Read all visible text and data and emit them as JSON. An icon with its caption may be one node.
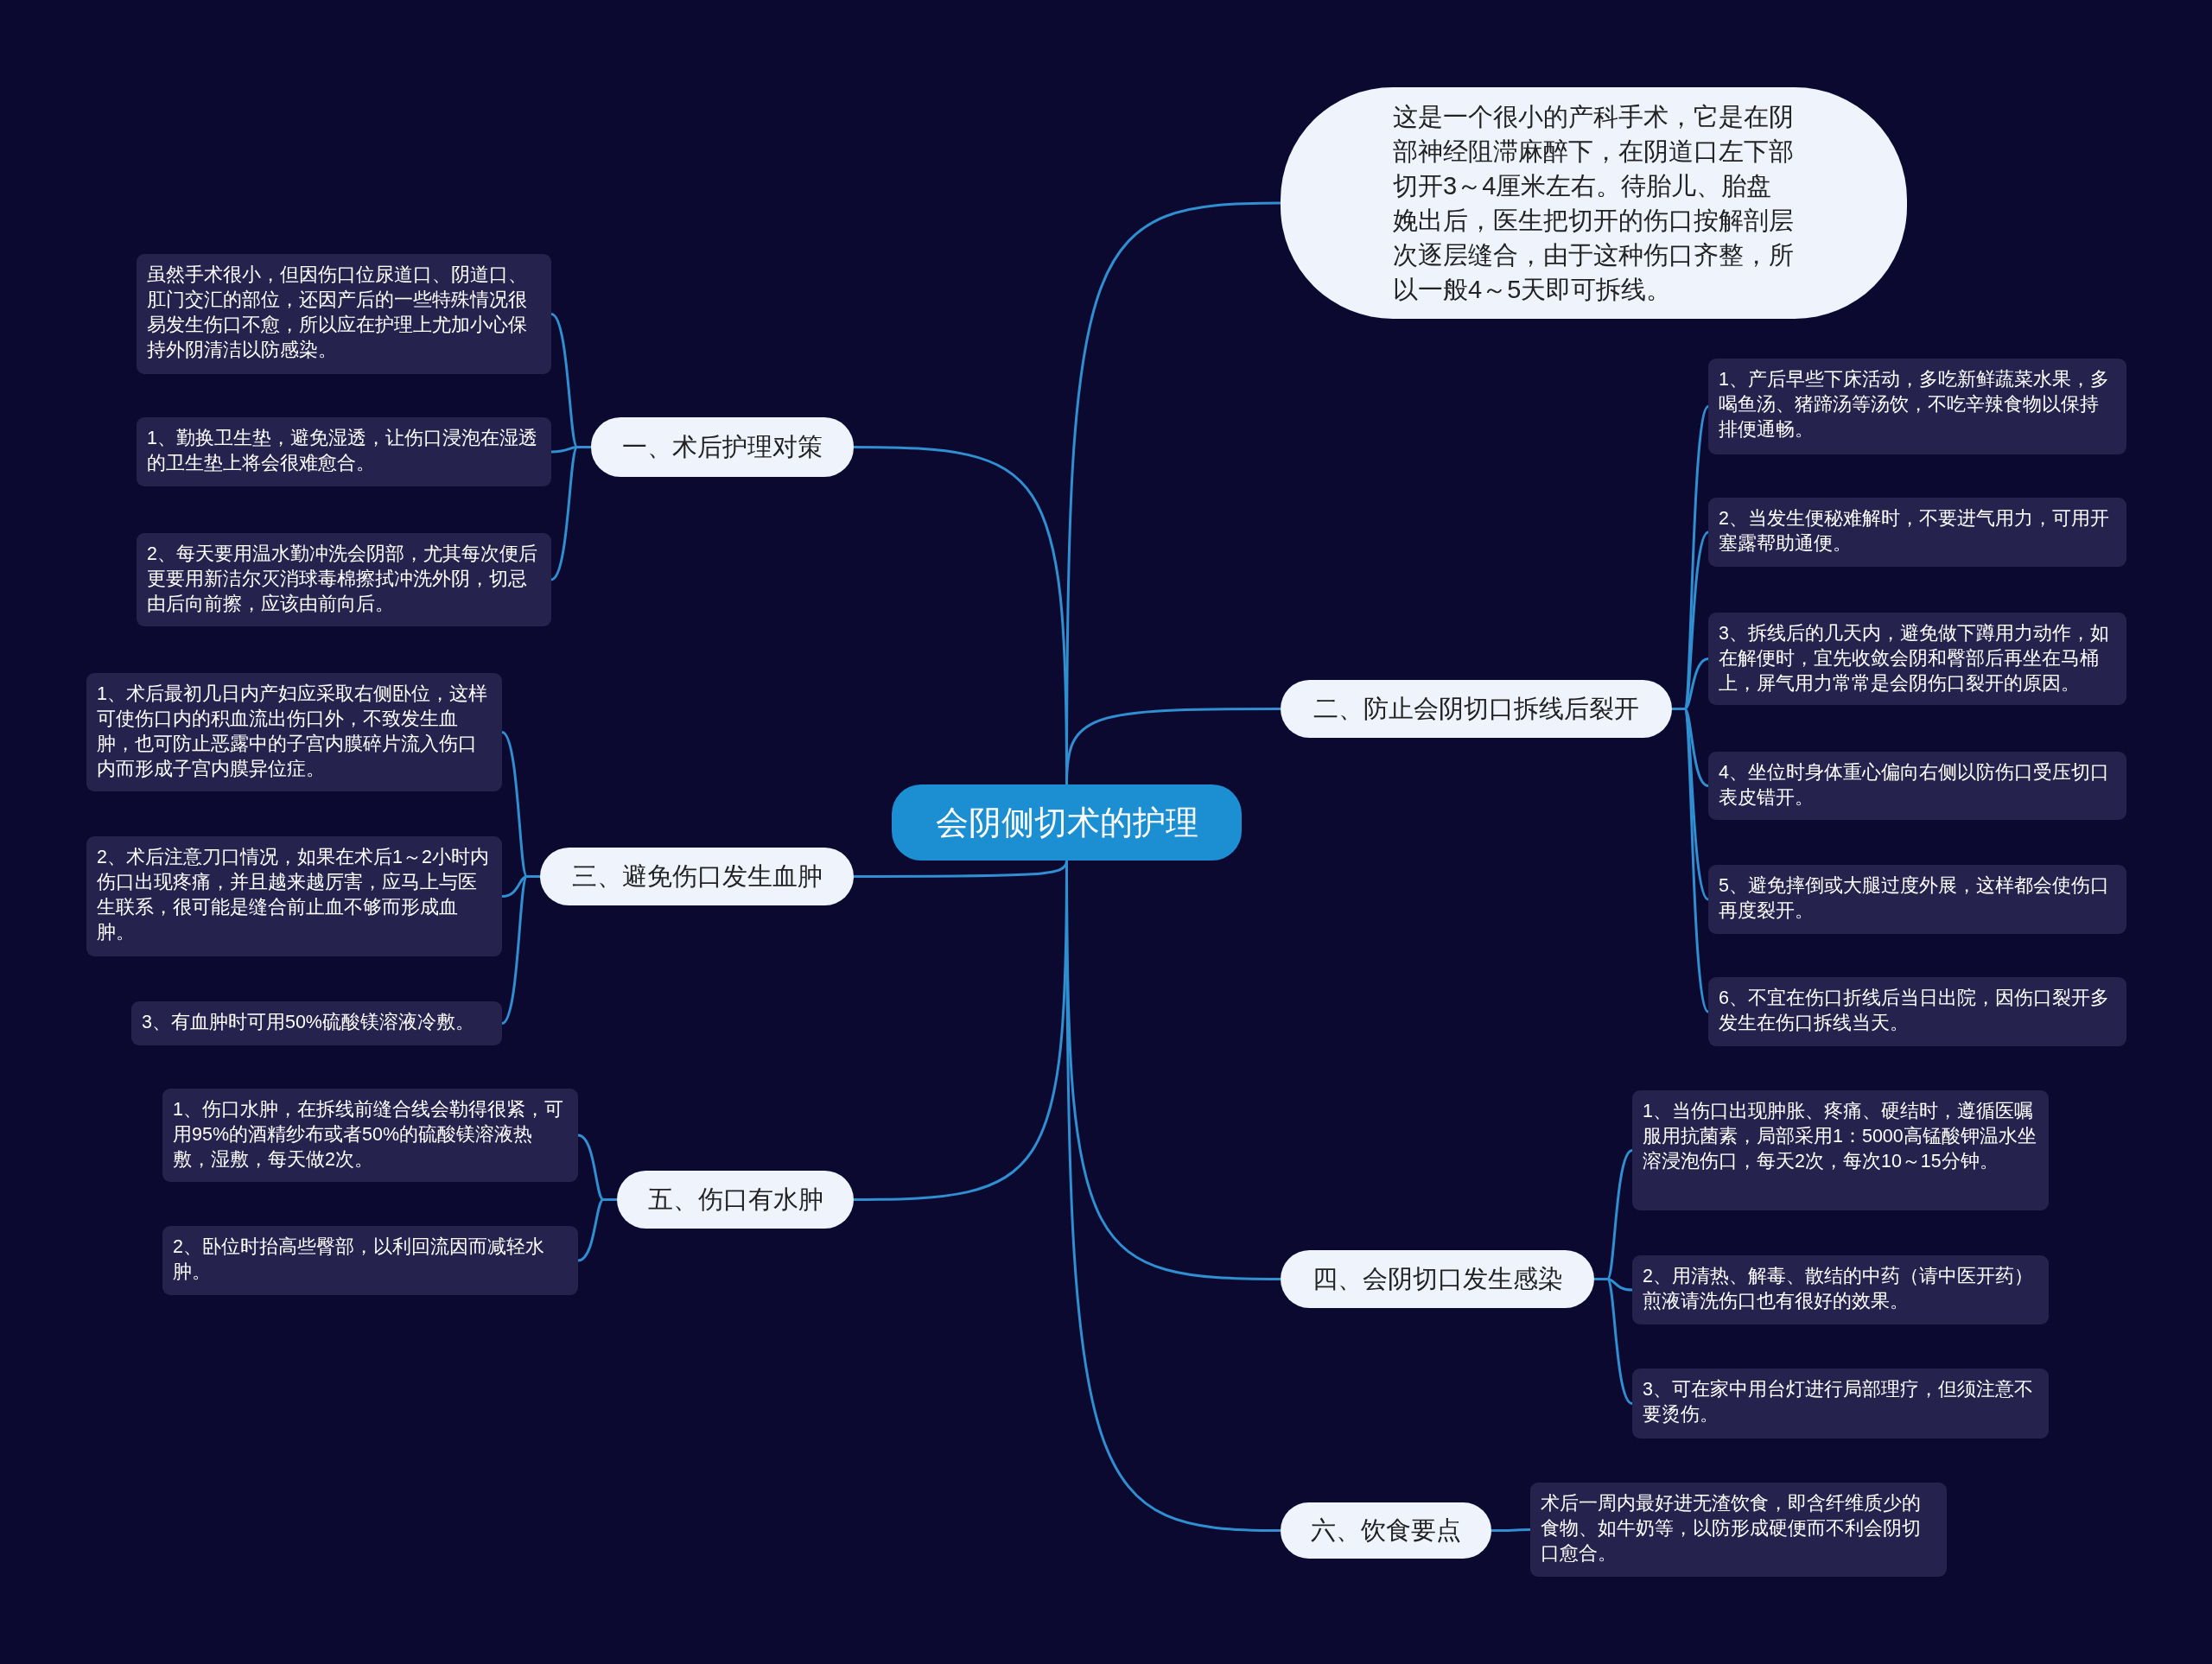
{
  "diagram": {
    "nodes": [
      {
        "text": [
          "会阴侧切术的护理"
        ]
      },
      {
        "text": [
          "这是一个很小的产科手术，它是在阴部神经阻滞麻醉下，在阴道口左下部切开3～4厘米左右。待胎儿、胎盘娩出后，医生把切开的伤口按解剖层次逐层缝合，由于这种伤口齐整，所以一般4～5天即可拆线。"
        ]
      },
      {
        "text": [
          "一、术后护理对策"
        ]
      },
      {
        "text": [
          "虽然手术很小，但因伤口位尿道口、阴道口、肛门交汇的部位，还因产后的一些特殊情况很易发生伤口不愈，所以应在护理上尤加小心保持外阴清洁以防感染。"
        ]
      },
      {
        "text": [
          "1、勤换卫生垫，避免湿透，让伤口浸泡在湿透的卫生垫上将会很难愈合。"
        ]
      },
      {
        "text": [
          "2、每天要用温水勤冲洗会阴部，尤其每次便后更要用新洁尔灭消球毒棉擦拭冲洗外阴，切忌由后向前擦，应该由前向后。"
        ]
      },
      {
        "text": [
          "二、防止会阴切口拆线后裂开"
        ]
      },
      {
        "text": [
          "1、产后早些下床活动，多吃新鲜蔬菜水果，多喝鱼汤、猪蹄汤等汤饮，不吃辛辣食物以保持排便通畅。"
        ]
      },
      {
        "text": [
          "2、当发生便秘难解时，不要进气用力，可用开塞露帮助通便。"
        ]
      },
      {
        "text": [
          "3、拆线后的几天内，避免做下蹲用力动作，如在解便时，宜先收敛会阴和臀部后再坐在马桶上，屏气用力常常是会阴伤口裂开的原因。"
        ]
      },
      {
        "text": [
          "4、坐位时身体重心偏向右侧以防伤口受压切口表皮错开。"
        ]
      },
      {
        "text": [
          "5、避免摔倒或大腿过度外展，这样都会使伤口再度裂开。"
        ]
      },
      {
        "text": [
          "6、不宜在伤口折线后当日出院，因伤口裂开多发生在伤口拆线当天。"
        ]
      },
      {
        "text": [
          "三、避免伤口发生血肿"
        ]
      },
      {
        "text": [
          "1、术后最初几日内产妇应采取右侧卧位，这样可使伤口内的积血流出伤口外，不致发生血肿，也可防止恶露中的子宫内膜碎片流入伤口内而形成子宫内膜异位症。"
        ]
      },
      {
        "text": [
          "2、术后注意刀口情况，如果在术后1～2小时内伤口出现疼痛，并且越来越厉害，应马上与医生联系，很可能是缝合前止血不够而形成血肿。"
        ]
      },
      {
        "text": [
          "3、有血肿时可用50%硫酸镁溶液冷敷。"
        ]
      },
      {
        "text": [
          "四、会阴切口发生感染"
        ]
      },
      {
        "text": [
          "1、当伤口出现肿胀、疼痛、硬结时，遵循医嘱服用抗菌素，局部采用1：5000高锰酸钾温水坐溶浸泡伤口，每天2次，每次10～15分钟。"
        ]
      },
      {
        "text": [
          "2、用清热、解毒、散结的中药（请中医开药）煎液请洗伤口也有很好的效果。"
        ]
      },
      {
        "text": [
          "3、可在家中用台灯进行局部理疗，但须注意不要烫伤。"
        ]
      },
      {
        "text": [
          "五、伤口有水肿"
        ]
      },
      {
        "text": [
          "1、伤口水肿，在拆线前缝合线会勒得很紧，可用95%的酒精纱布或者50%的硫酸镁溶液热敷，湿敷，每天做2次。"
        ]
      },
      {
        "text": [
          "2、卧位时抬高些臀部，以利回流因而减轻水肿。"
        ]
      },
      {
        "text": [
          "六、饮食要点"
        ]
      },
      {
        "text": [
          "术后一周内最好进无渣饮食，即含纤维质少的食物、如牛奶等，以防形成硬便而不利会阴切口愈合。"
        ]
      }
    ],
    "edges": [
      {
        "from": 0,
        "to": 1,
        "arrow": "none"
      },
      {
        "from": 0,
        "to": 2,
        "arrow": "none"
      },
      {
        "from": 2,
        "to": 3,
        "arrow": "none"
      },
      {
        "from": 2,
        "to": 4,
        "arrow": "none"
      },
      {
        "from": 2,
        "to": 5,
        "arrow": "none"
      },
      {
        "from": 0,
        "to": 6,
        "arrow": "none"
      },
      {
        "from": 6,
        "to": 7,
        "arrow": "none"
      },
      {
        "from": 6,
        "to": 8,
        "arrow": "none"
      },
      {
        "from": 6,
        "to": 9,
        "arrow": "none"
      },
      {
        "from": 6,
        "to": 10,
        "arrow": "none"
      },
      {
        "from": 6,
        "to": 11,
        "arrow": "none"
      },
      {
        "from": 6,
        "to": 12,
        "arrow": "none"
      },
      {
        "from": 0,
        "to": 13,
        "arrow": "none"
      },
      {
        "from": 13,
        "to": 14,
        "arrow": "none"
      },
      {
        "from": 13,
        "to": 15,
        "arrow": "none"
      },
      {
        "from": 13,
        "to": 16,
        "arrow": "none"
      },
      {
        "from": 0,
        "to": 17,
        "arrow": "none"
      },
      {
        "from": 17,
        "to": 18,
        "arrow": "none"
      },
      {
        "from": 17,
        "to": 19,
        "arrow": "none"
      },
      {
        "from": 17,
        "to": 20,
        "arrow": "none"
      },
      {
        "from": 0,
        "to": 21,
        "arrow": "none"
      },
      {
        "from": 21,
        "to": 22,
        "arrow": "none"
      },
      {
        "from": 21,
        "to": 23,
        "arrow": "none"
      },
      {
        "from": 0,
        "to": 24,
        "arrow": "none"
      },
      {
        "from": 24,
        "to": 25,
        "arrow": "none"
      }
    ]
  }
}
